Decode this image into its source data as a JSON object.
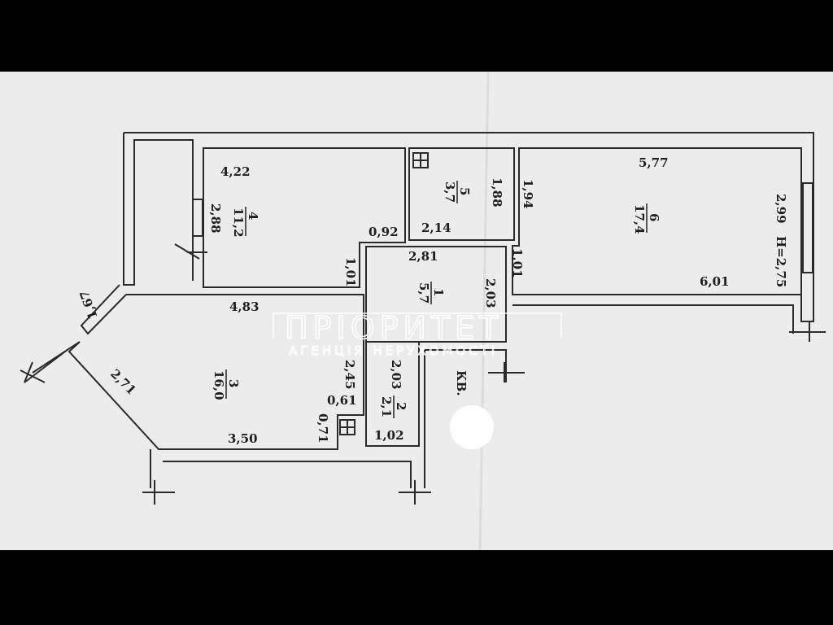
{
  "plan": {
    "rooms": [
      {
        "number": "1",
        "area": "5,7"
      },
      {
        "number": "2",
        "area": "2,1"
      },
      {
        "number": "3",
        "area": "16,0"
      },
      {
        "number": "4",
        "area": "11,2"
      },
      {
        "number": "5",
        "area": "3,7"
      },
      {
        "number": "6",
        "area": "17,4"
      }
    ],
    "dimensions": {
      "r4_width": "4,22",
      "r4_height": "2,88",
      "r4_niche": "0,92",
      "r4_door": "1,01",
      "r5_width": "2,14",
      "r5_height": "1,88",
      "r6_top": "5,77",
      "r6_bottom": "6,01",
      "r6_left": "1,94",
      "r6_right": "2,99",
      "ceiling_height": "H=2,75",
      "hall_width": "2,81",
      "hall_right": "1,01",
      "hall_height": "2,03",
      "r3_top": "4,83",
      "r3_window": "1,67",
      "r3_diag": "2,71",
      "r3_bottom": "3,50",
      "r3_right": "2,45",
      "r3_niche_w": "0,61",
      "r3_niche_h": "0,71",
      "r2_height": "2,03",
      "r2_width": "1,02"
    },
    "apartment_label": "КВ."
  },
  "watermark": {
    "title": "ПРІОРИТЕТ",
    "subtitle": "АГЕНЦІЯ НЕРУХОМОСТІ"
  },
  "colors": {
    "paper": "#ececec",
    "ink": "#2a2a2a",
    "photo_border": "#000000"
  }
}
